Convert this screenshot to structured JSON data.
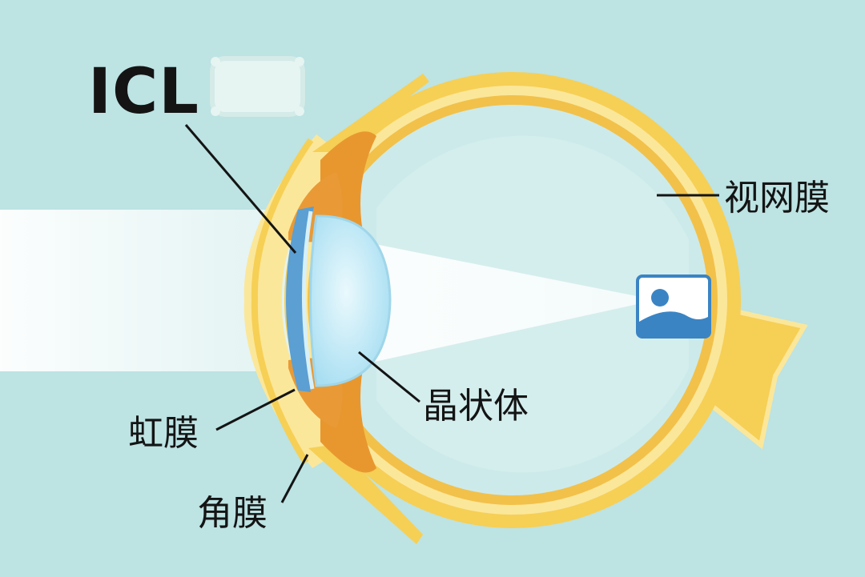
{
  "labels": {
    "icl": "ICL",
    "retina": "视网膜",
    "lens": "晶状体",
    "iris": "虹膜",
    "cornea": "角膜"
  },
  "colors": {
    "background": "#bde3e3",
    "sclera": "#f6cf55",
    "sclera_light": "#fbe79a",
    "choroid": "#e8972f",
    "iris": "#e99a36",
    "vitreous": "#cdeaea",
    "lens": "#bfe9f7",
    "icl_lens": "#5b9fd3",
    "image_icon": "#3b84c4"
  },
  "icons": {
    "icl_implant": "icl-lens-implant-icon",
    "retina_image": "image-picture-icon"
  }
}
